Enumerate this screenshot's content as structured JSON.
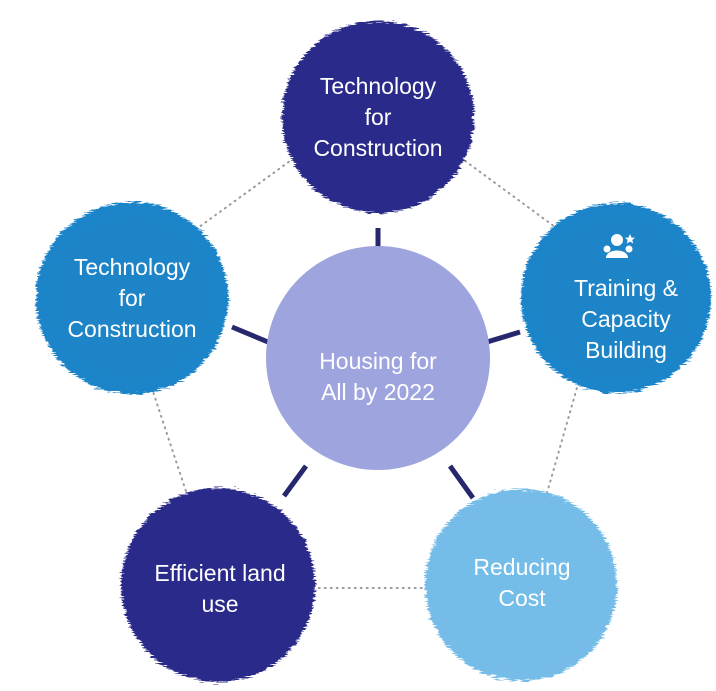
{
  "center": {
    "lines": [
      "Housing for",
      "All by 2022"
    ],
    "fill": "#9ea4de"
  },
  "nodes": [
    {
      "id": "top",
      "lines": [
        "Technology",
        "for",
        "Construction"
      ],
      "fill": "#2c2c8a",
      "icon": null
    },
    {
      "id": "right",
      "lines": [
        "Training &",
        "Capacity",
        "Building"
      ],
      "fill": "#1f84c8",
      "icon": "people-group-icon"
    },
    {
      "id": "bottom-right",
      "lines": [
        "Reducing",
        "Cost"
      ],
      "fill": "#74bde8",
      "icon": null
    },
    {
      "id": "bottom-left",
      "lines": [
        "Efficient land",
        "use"
      ],
      "fill": "#2c2c8a",
      "icon": null
    },
    {
      "id": "left",
      "lines": [
        "Technology",
        "for",
        "Construction"
      ],
      "fill": "#1f84c8",
      "icon": null
    }
  ],
  "colors": {
    "connector": "#27276e",
    "dotted_ring": "#9a9a9a",
    "text": "#ffffff"
  }
}
